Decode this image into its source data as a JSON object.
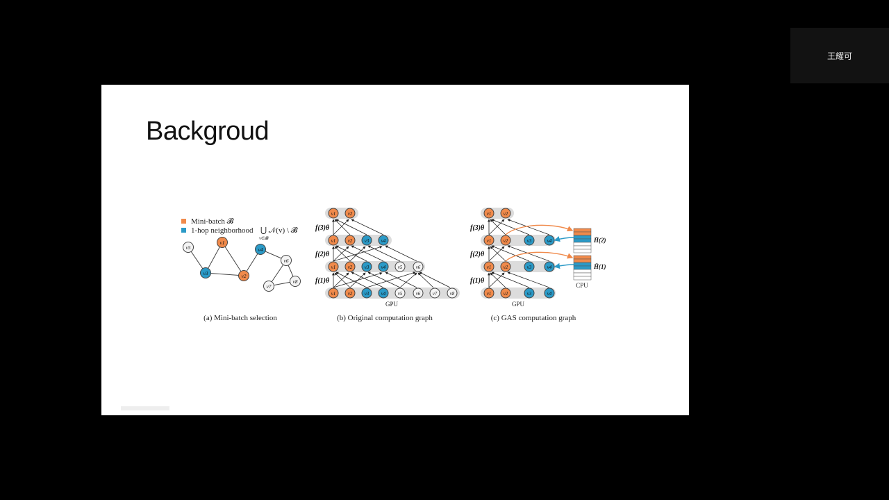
{
  "meeting": {
    "participant_name": "王耀可"
  },
  "slide": {
    "title": "Backgroud"
  },
  "figure": {
    "legend": {
      "minibatch_label": "Mini-batch 𝓑",
      "neighborhood_label": "1-hop neighborhood",
      "neighborhood_formula": "⋃ 𝒩(v) \\ 𝓑",
      "union_subscript": "v∈𝓑"
    },
    "node_labels": [
      "v1",
      "v2",
      "v3",
      "v4",
      "v5",
      "v6",
      "v7",
      "v8"
    ],
    "layer_labels": [
      "f(3)θ",
      "f(2)θ",
      "f(1)θ"
    ],
    "gpu_label": "GPU",
    "cpu_label": "CPU",
    "hist_labels": [
      "H̄(2)",
      "H̄(1)"
    ],
    "captions": {
      "a": "(a) Mini-batch selection",
      "b": "(b) Original computation graph",
      "c": "(c) GAS computation graph"
    },
    "colors": {
      "minibatch": "#f08a4b",
      "neighborhood": "#2b9ac7",
      "other": "#f4f4f4"
    }
  }
}
